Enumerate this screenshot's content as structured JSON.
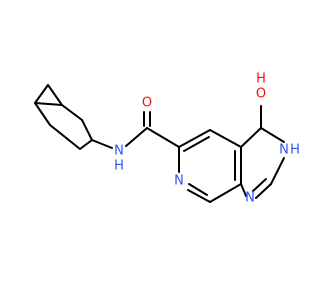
{
  "molecule": {
    "colors": {
      "bond": "#000000",
      "oxygen": "#ff0d0d",
      "nitrogen": "#3050f8",
      "background": "#ffffff"
    },
    "labels": {
      "carbonyl_oxygen": "O",
      "amide_nitrogen": "N",
      "amide_hydrogen": "H",
      "hydroxyl_oxygen": "O",
      "hydroxyl_hydrogen": "H",
      "ring_nitrogen_nh": "N",
      "ring_nh_hydrogen": "H",
      "pyridine_nitrogen": "N",
      "pyrimidine_nitrogen": "N"
    }
  }
}
